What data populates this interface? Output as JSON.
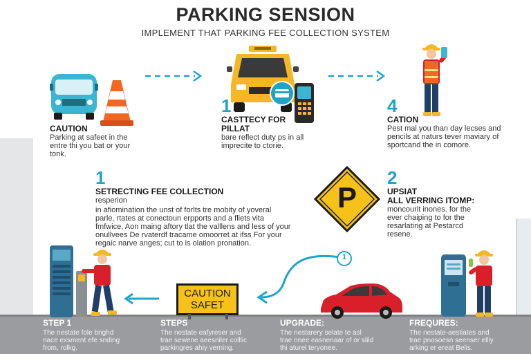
{
  "header": {
    "title": "PARKING SENSION",
    "subtitle": "IMPLEMENT THAT PARKING FEE COLLECTION SYSTEM"
  },
  "steps": {
    "caution_left": {
      "heading": "CAUTION",
      "lines": [
        "Parking at safeet in the",
        "entre thi you bat or your",
        "tonk."
      ]
    },
    "top_middle": {
      "number": "1",
      "heading_lines": [
        "CASTTECY FOR",
        "PILLAT"
      ],
      "lines": [
        "bare reflect duty ps in all",
        "imprecite to ctorie."
      ]
    },
    "top_right": {
      "number": "4",
      "heading": "CATION",
      "lines": [
        "Pest mal you than day lecses and",
        "pencils at naturs tever maviary of",
        "sportcand the in comore."
      ]
    },
    "middle_left": {
      "number": "1",
      "heading": "SETRECTING FEE COLLECTION",
      "sub": "resperion",
      "lines": [
        "in afiomination the unst of forlts tre mobity of yoveral",
        "parle, rtates at conectoun erpports and a fliets vita",
        "fmfwice, Aon maing aftory tlat the valllens and less of your",
        "onullvees  De rvaterdf tracame omoorret at ifss For your",
        "regaic narve anges; cut to is olation pronation."
      ]
    },
    "middle_right": {
      "number": "2",
      "heading_lines": [
        "UPSIAT",
        "ALL VERRING ITOMP:"
      ],
      "lines": [
        "moncourit inones. for the",
        "ever chaiping to for the",
        "resarlating at Pestarcd",
        "resene."
      ]
    }
  },
  "sign": {
    "parking_letter": "P",
    "caution_lines": [
      "CAUTION",
      "SAFET"
    ]
  },
  "badge_number": "1",
  "footer": [
    {
      "title": "STEP 1",
      "lines": [
        "The nestate fole bnghd",
        "nace exsment efe snding",
        "from, rolkg."
      ]
    },
    {
      "title": "STEPS",
      "lines": [
        "The nestate eafyreser and",
        "trae sewene aeesniler colllic",
        "parkingres ahiy verning."
      ]
    },
    {
      "title": "UPGRADE:",
      "lines": [
        "The nestarery selate te asl",
        "trae nnee easnenaar of or slild",
        "thi aturel teryonee."
      ]
    },
    {
      "title": "FREQURES:",
      "lines": [
        "The nestate-aestiates and",
        "trae pnosoesn seenser elliy",
        "arking er ereat Belis."
      ]
    }
  ],
  "colors": {
    "accent": "#1ea3c9",
    "sign_yellow": "#f6c21a",
    "vest_orange": "#f26722",
    "car_red": "#d9202a",
    "taxi_yellow": "#f5b824",
    "van_blue": "#3bb6d2",
    "ground": "#9a9c9f"
  }
}
